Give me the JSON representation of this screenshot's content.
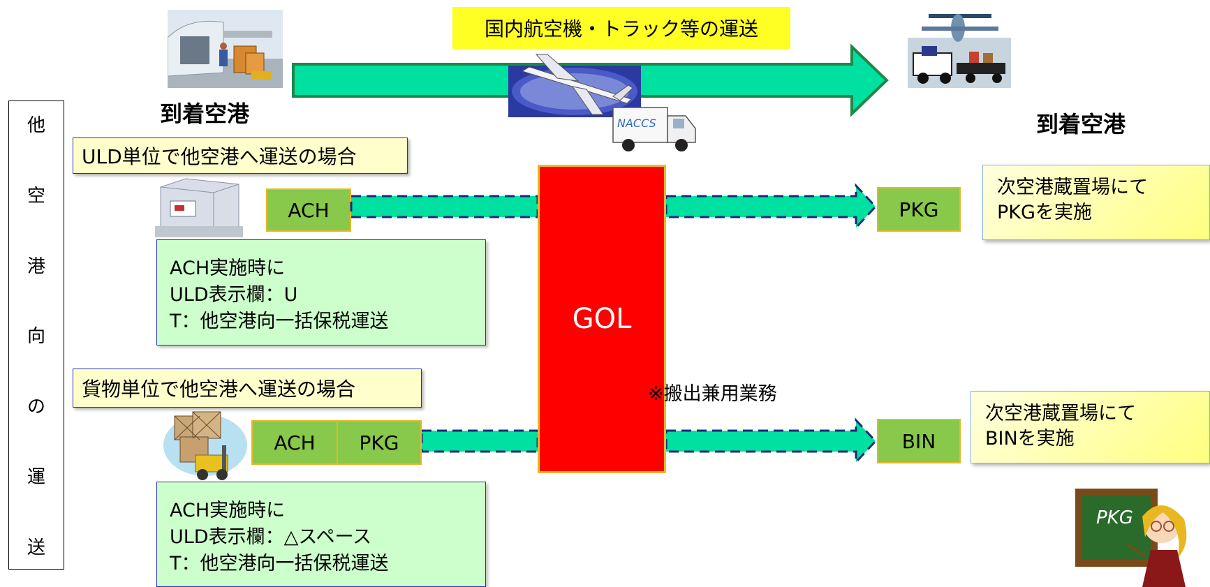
{
  "header": {
    "transport_title": "国内航空機・トラック等の運送",
    "arrival_airport_left": "到着空港",
    "arrival_airport_right": "到着空港"
  },
  "vertical_label": [
    "他",
    "空",
    "港",
    "向",
    "の",
    "運",
    "送"
  ],
  "truck_logo": "NACCS",
  "case_uld": {
    "title": "ULD単位で他空港へ運送の場合",
    "steps": [
      "ACH"
    ],
    "note_lines": "ACH実施時に\nULD表示欄：U\nT：他空港向一括保税運送",
    "result_step": "PKG",
    "result_note": "次空港蔵置場にて\nPKGを実施"
  },
  "case_cargo": {
    "title": "貨物単位で他空港へ運送の場合",
    "steps": [
      "ACH",
      "PKG"
    ],
    "note_lines": "ACH実施時に\nULD表示欄：△スペース\nT：他空港向一括保税運送",
    "result_step": "BIN",
    "result_note": "次空港蔵置場にて\nBINを実施"
  },
  "center": {
    "gol_label": "GOL",
    "footnote": "※搬出兼用業務"
  },
  "teacher_board_text": "PKG",
  "colors": {
    "arrow_fill": "#00e0a0",
    "arrow_stroke": "#1a8a4a",
    "dash_arrow_stroke": "#1a2a7a",
    "gol_fill": "#ff0000",
    "step_fill": "#88c84a",
    "title_fill": "#ffff24"
  }
}
